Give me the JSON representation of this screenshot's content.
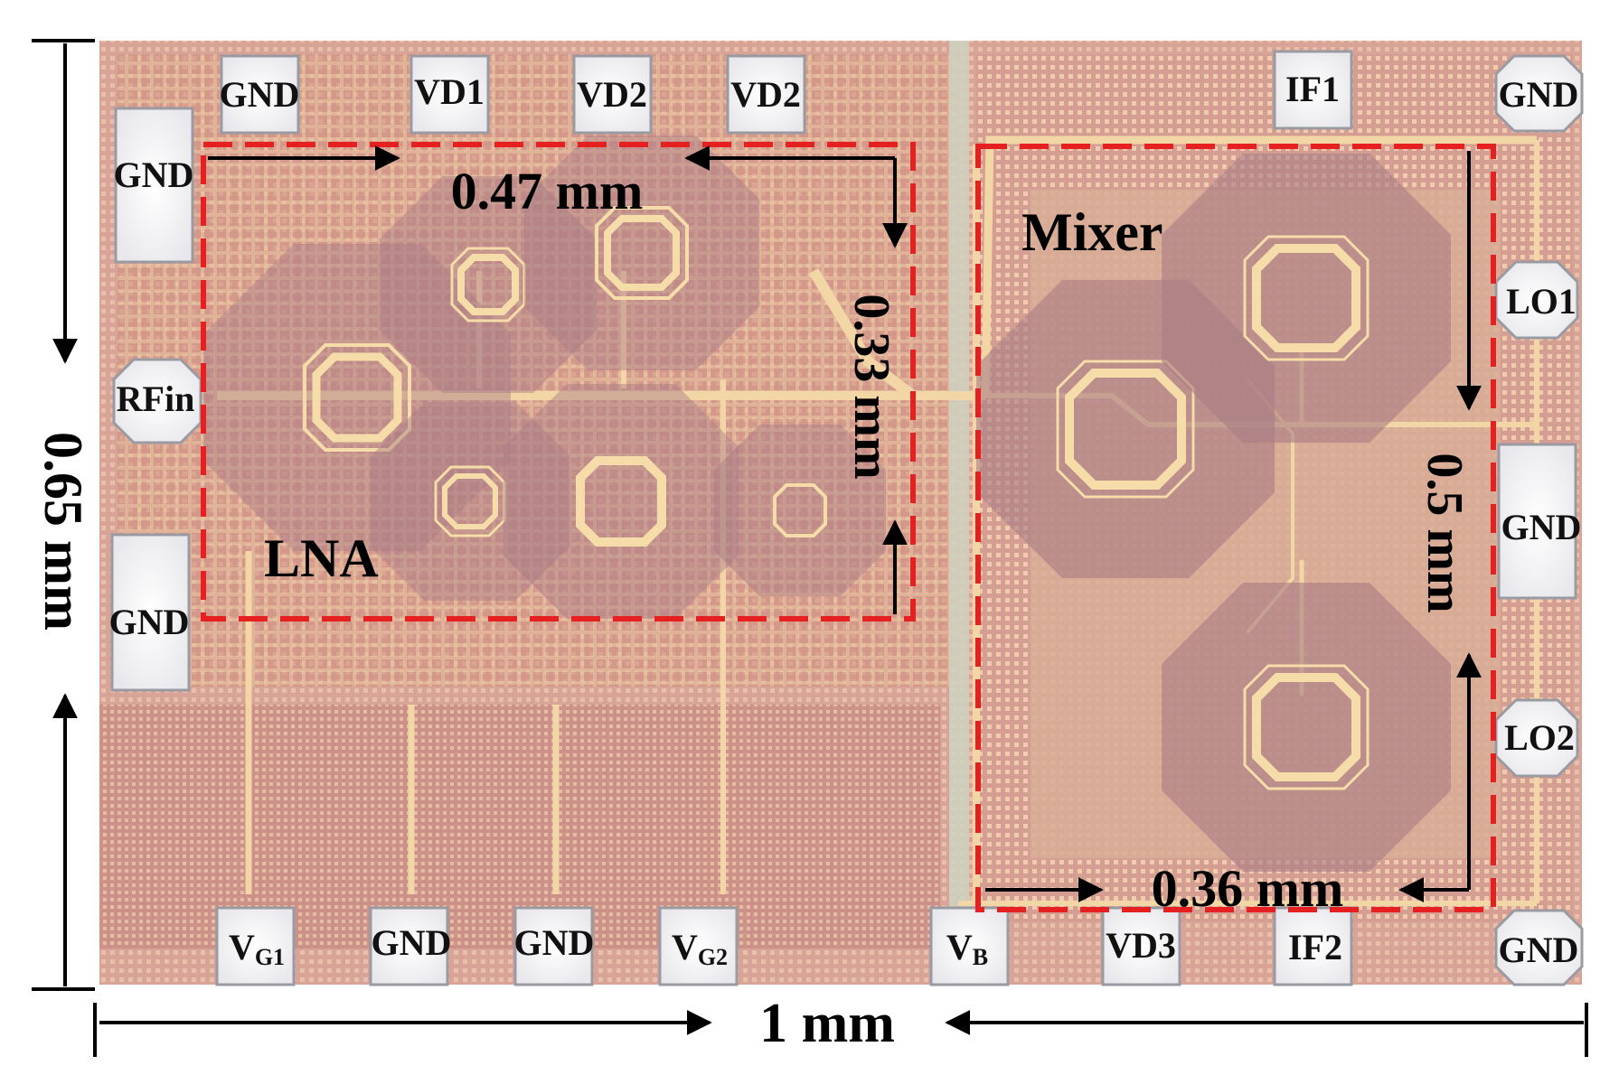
{
  "dimensions": {
    "width": "1 mm",
    "height": "0.65 mm",
    "lna_width": "0.47 mm",
    "lna_height": "0.33 mm",
    "mixer_width": "0.36 mm",
    "mixer_height": "0.5 mm"
  },
  "blocks": {
    "lna": "LNA",
    "mixer": "Mixer"
  },
  "pads": {
    "top": [
      "GND",
      "VD1",
      "VD2",
      "VD2",
      "IF1",
      "GND"
    ],
    "left": [
      "GND",
      "RFin",
      "GND"
    ],
    "right": [
      "LO1",
      "GND",
      "LO2"
    ],
    "bottom": [
      {
        "main": "V",
        "sub": "G1"
      },
      {
        "main": "GND",
        "sub": ""
      },
      {
        "main": "GND",
        "sub": ""
      },
      {
        "main": "V",
        "sub": "G2"
      },
      {
        "main": "V",
        "sub": "B"
      },
      {
        "main": "VD3",
        "sub": ""
      },
      {
        "main": "IF2",
        "sub": ""
      },
      {
        "main": "GND",
        "sub": ""
      }
    ]
  },
  "colors": {
    "die": "#d9a99a",
    "metal": "#f0cfa0",
    "inductor": "#a97a83",
    "highlight": "#e62020",
    "pad": "#ffffff"
  }
}
